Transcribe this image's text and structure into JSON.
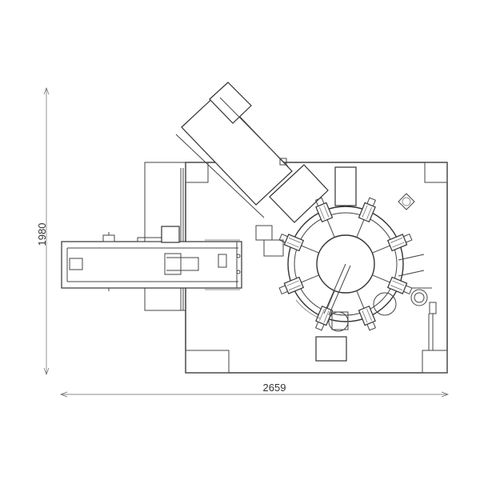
{
  "drawing": {
    "dimension_width": "2659",
    "dimension_height": "1980"
  },
  "rotary": {
    "station_count": 8
  }
}
